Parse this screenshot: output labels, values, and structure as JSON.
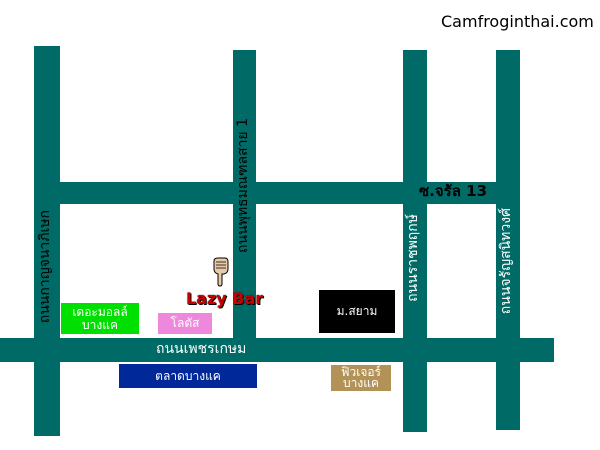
{
  "site_name": "Camfroginthai.com",
  "colors": {
    "road": "#006b66",
    "lazybar_text": "#cc0000",
    "mall": "#00e000",
    "lotus": "#ee88dd",
    "siam": "#000000",
    "market": "#002899",
    "future": "#b39257"
  },
  "roads": {
    "main_road": "ถนนเพชรเกษม",
    "soi": "ซ.จรัล 13",
    "left_road": "ถนนกาญจนาภิเษก",
    "center_road": "ถนนพุทธมณฑลสาย 1",
    "right_road_1": "ถนนราชพฤกษ์",
    "right_road_2": "ถนนจรัญสนิทวงศ์"
  },
  "places": {
    "lazy_bar": "Lazy Bar",
    "pointer_icon": "pointing-hand-icon",
    "the_mall": {
      "line1": "เดอะมอลล์",
      "line2": "บางแค"
    },
    "lotus": "โลตัส",
    "siam": "ม.สยาม",
    "market": "ตลาดบางแค",
    "future": {
      "line1": "ฟิวเจอร์",
      "line2": "บางแค"
    }
  }
}
